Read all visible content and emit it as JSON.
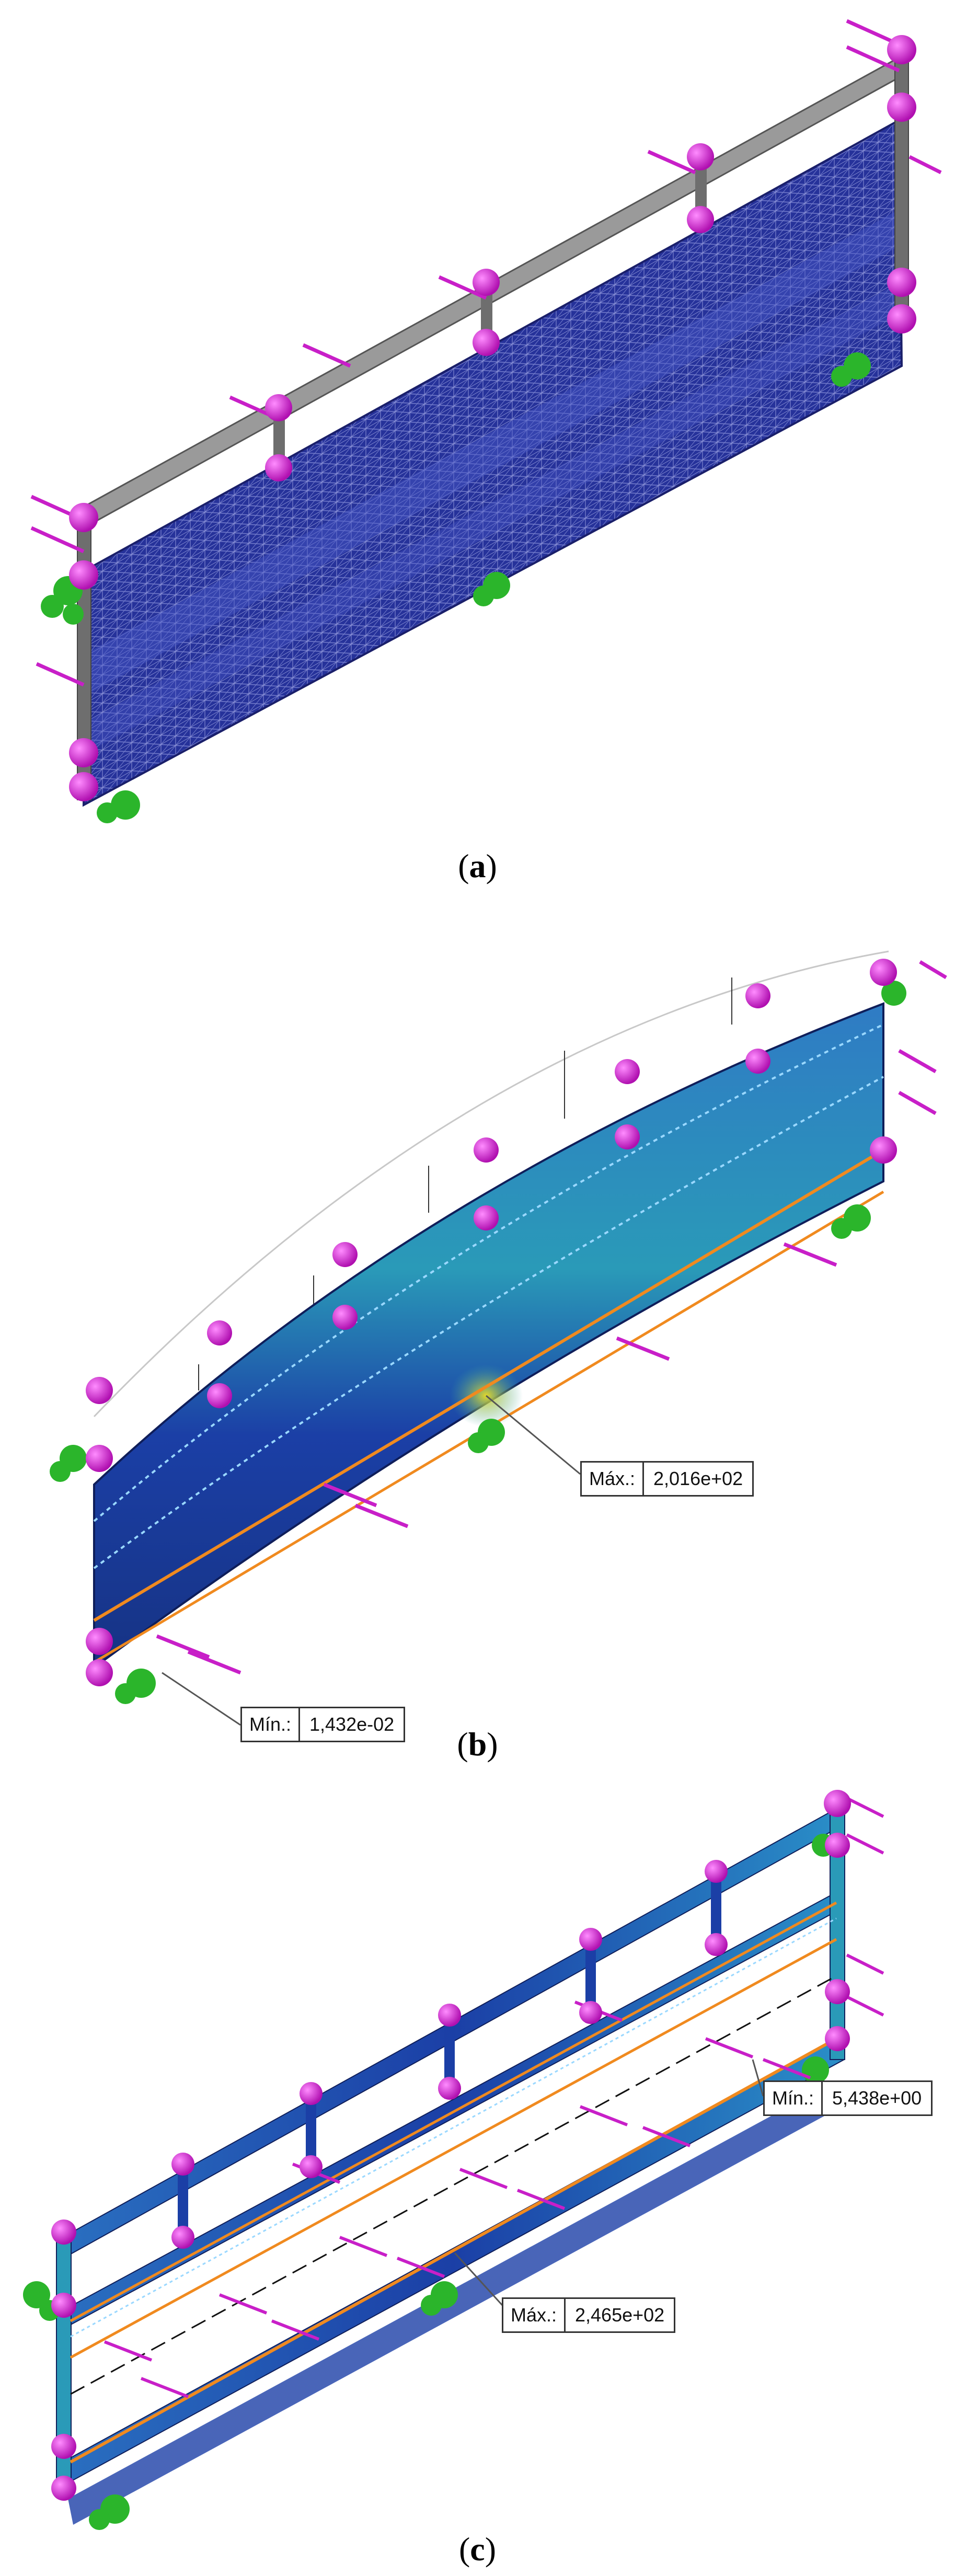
{
  "figure": {
    "panels": [
      {
        "id": "a",
        "caption_open": "(",
        "caption_letter": "a",
        "caption_close": ")"
      },
      {
        "id": "b",
        "caption_open": "(",
        "caption_letter": "b",
        "caption_close": ")",
        "callouts": {
          "max_label": "Máx.:",
          "max_value": "2,016e+02",
          "min_label": "Mín.:",
          "min_value": "1,432e-02"
        }
      },
      {
        "id": "c",
        "caption_open": "(",
        "caption_letter": "c",
        "caption_close": ")",
        "callouts": {
          "max_label": "Máx.:",
          "max_value": "2,465e+02",
          "min_label": "Mín.:",
          "min_value": "5,438e+00"
        }
      }
    ]
  },
  "colors": {
    "fixture_green": "#2bb52b",
    "load_magenta": "#c81fc8",
    "sphere_magenta": "#d21ed2",
    "mesh_blue": "#1f2a8c",
    "rail_gray": "#8a8a8a",
    "stress_low": "#1b3fa6",
    "stress_mid": "#2f8fc9",
    "stress_high": "#d8c92a",
    "orange_line": "#f08a1f"
  }
}
